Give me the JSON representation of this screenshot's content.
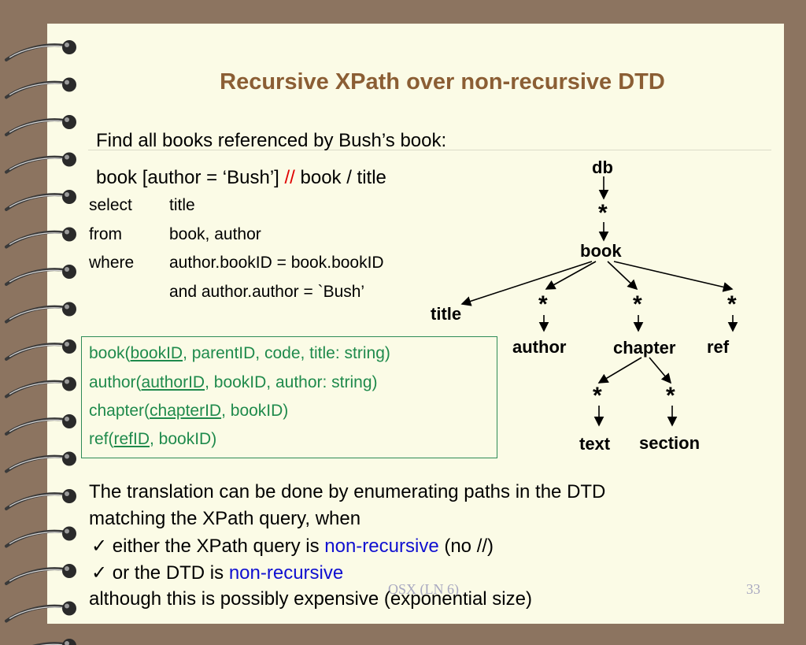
{
  "slide": {
    "title": "Recursive XPath over non-recursive DTD",
    "intro": "Find all books referenced by Bush’s book:",
    "xpath": {
      "part1": "book [author = ‘Bush’] ",
      "op": "//",
      "part2": " book / title"
    },
    "sql": [
      {
        "kw": "select",
        "text": "title"
      },
      {
        "kw": "from",
        "text": "book, author"
      },
      {
        "kw": "where",
        "text": "author.bookID = book.bookID"
      },
      {
        "kw": "",
        "text": "and author.author = `Bush’"
      }
    ],
    "schema": [
      {
        "name": "book(",
        "key": "bookID",
        "rest": ",  parentID, code,  title: string)"
      },
      {
        "name": "author(",
        "key": "authorID",
        "rest": ", bookID, author: string)"
      },
      {
        "name": "chapter(",
        "key": "chapterID",
        "rest": ", bookID)"
      },
      {
        "name": "ref(",
        "key": "refID",
        "rest": ", bookID)"
      }
    ],
    "tree": {
      "db": "db",
      "book": "book",
      "title": "title",
      "author": "author",
      "chapter": "chapter",
      "ref": "ref",
      "text": "text",
      "section": "section",
      "star": "*"
    },
    "bottom": {
      "line1": "The translation can be done by enumerating paths in  the DTD",
      "line2": "matching the XPath query, when",
      "check": "✓",
      "b1_pre": " either the XPath query is ",
      "b1_hl": "non-recursive",
      "b1_post": " (no //)",
      "b2_pre": " or the DTD is ",
      "b2_hl": "non-recursive",
      "line5": "although this is possibly expensive (exponential size)"
    },
    "footer": {
      "course": "QSX (LN 6)",
      "page": "33"
    }
  }
}
